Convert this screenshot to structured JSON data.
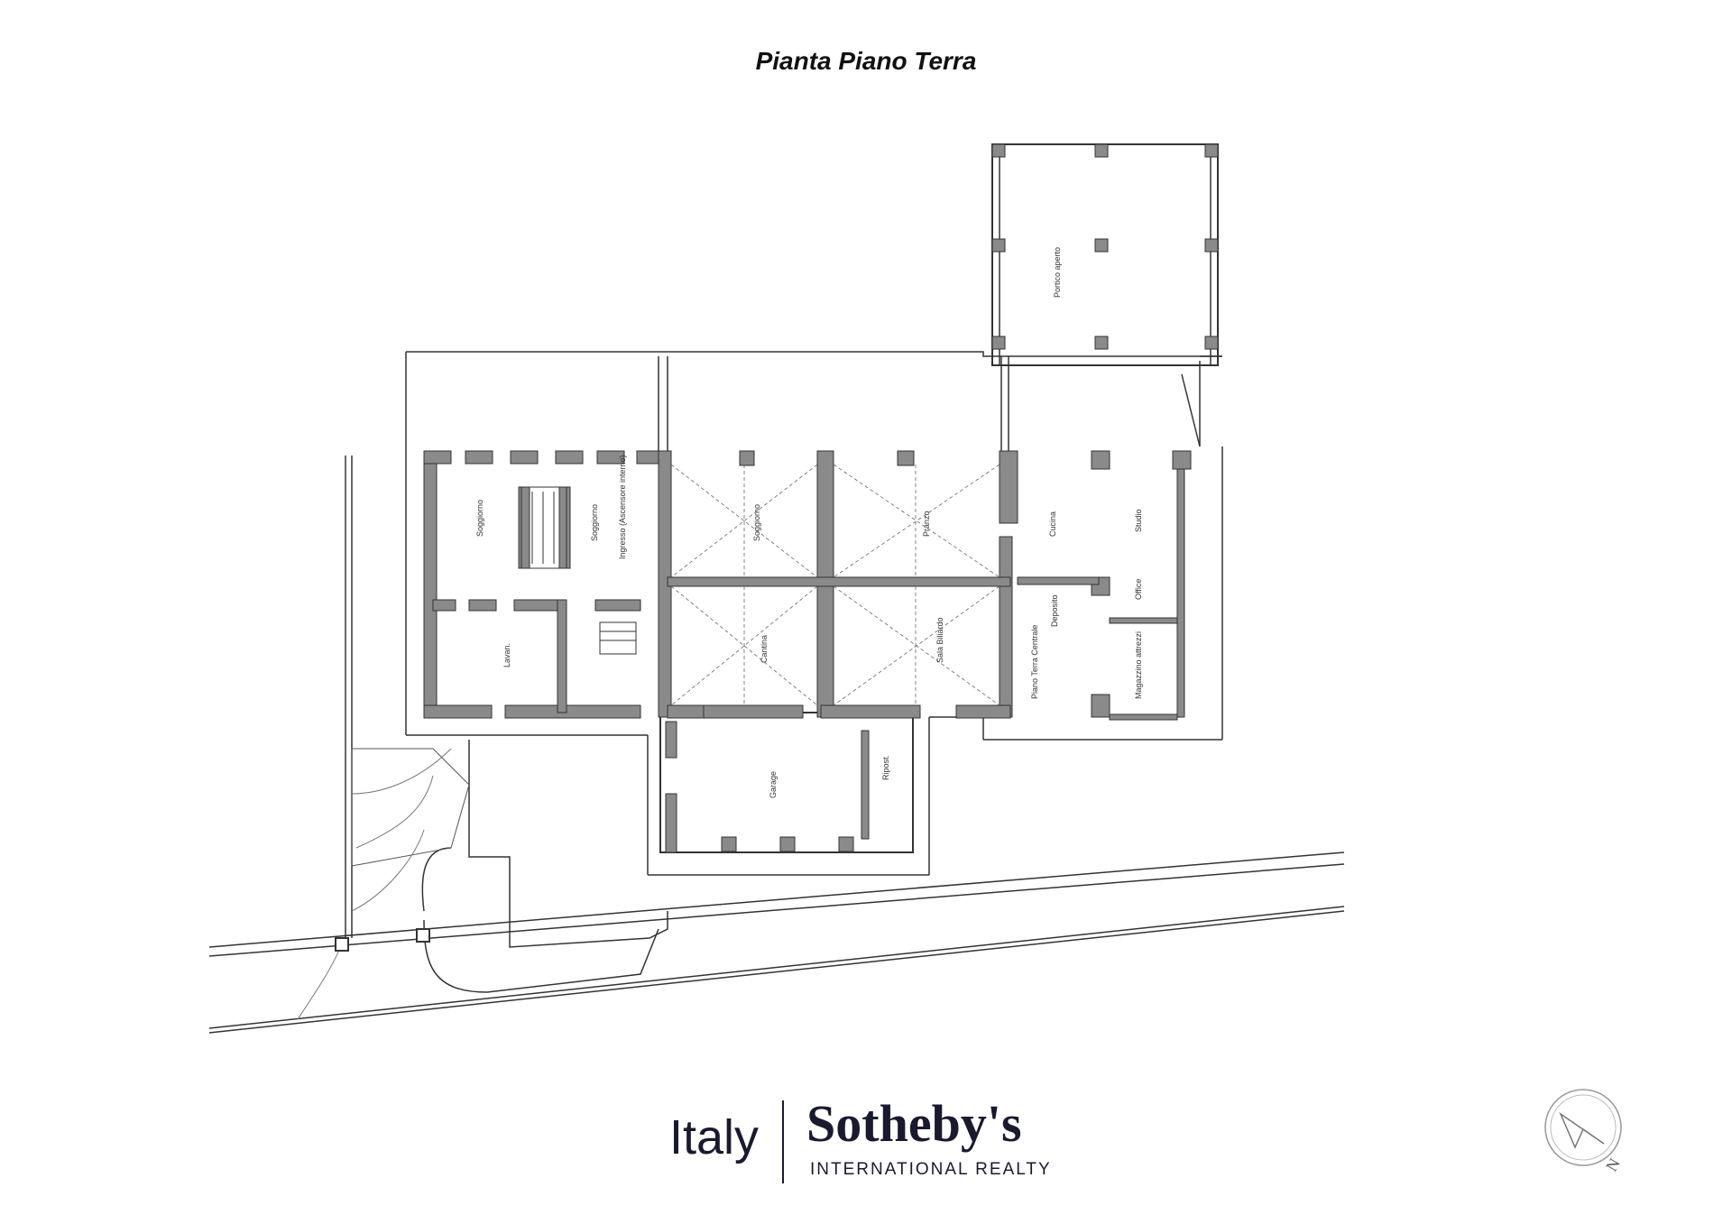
{
  "header": {
    "title": "Pianta Piano Terra"
  },
  "branding": {
    "region": "Italy",
    "brand": "Sotheby's",
    "tagline": "INTERNATIONAL REALTY"
  },
  "compass": {
    "label": "N"
  },
  "rooms": {
    "r1": "Soggiorno",
    "r2": "Soggiorno",
    "r3": "Ingresso (Ascensore interno)",
    "r4": "Soggiorno",
    "r5": "Pranzo",
    "r6": "Cucina",
    "r7": "Studio",
    "r8": "Office",
    "r9": "Lavan.",
    "r10": "Cantina",
    "r11": "Sala Biliardo",
    "r12": "Deposito",
    "r13": "Piano Terra Centrale",
    "r14": "Magazzino attrezzi",
    "r15": "Portico aperto",
    "r16": "Garage",
    "r17": "Ripost."
  },
  "colors": {
    "wall": "#8a8a8a",
    "line": "#333333",
    "brand": "#1a1a2e"
  }
}
